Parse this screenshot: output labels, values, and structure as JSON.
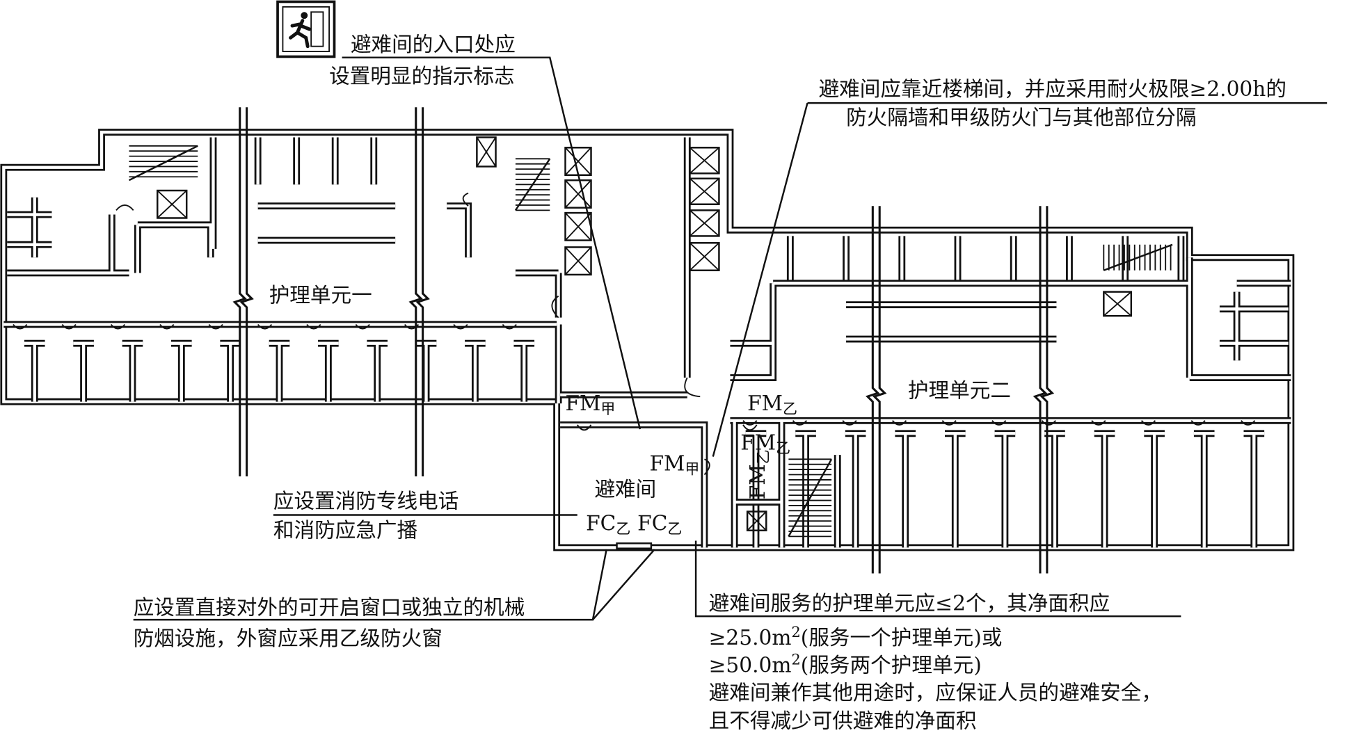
{
  "title": "避难间设置示意图",
  "exit_sign": {
    "icon": "emergency-exit-running-man-icon"
  },
  "notes": {
    "entrance_sign": [
      "避难间的入口处应",
      "设置明显的指示标志"
    ],
    "near_stair": [
      "避难间应靠近楼梯间，并应采用耐火极限≥2.00h的",
      "防火隔墙和甲级防火门与其他部位分隔"
    ],
    "phone": [
      "应设置消防专线电话",
      "和消防应急广播"
    ],
    "window": [
      "应设置直接对外的可开启窗口或独立的机械",
      "防烟设施，外窗应采用乙级防火窗"
    ],
    "area": [
      "避难间服务的护理单元应≤2个，其净面积应",
      "≥25.0m",
      "2",
      "(服务一个护理单元)或",
      "≥50.0m",
      "2",
      "(服务两个护理单元)",
      "避难间兼作其他用途时，应保证人员的避难安全，",
      "且不得减少可供避难的净面积"
    ]
  },
  "plan": {
    "unit_one": "护理单元一",
    "unit_two": "护理单元二",
    "refuge_room": "避难间",
    "fm_jia_1": {
      "main": "FM",
      "sub": "甲"
    },
    "fm_jia_2": {
      "main": "FM",
      "sub": "甲"
    },
    "fm_yi_1": {
      "main": "FM",
      "sub": "乙"
    },
    "fm_yi_2": {
      "main": "FM",
      "sub": "乙"
    },
    "fm_yi_3": {
      "main": "FM",
      "sub": "乙"
    },
    "fc_yi_1": {
      "main": "FC",
      "sub": "乙"
    },
    "fc_yi_2": {
      "main": "FC",
      "sub": "乙"
    }
  }
}
